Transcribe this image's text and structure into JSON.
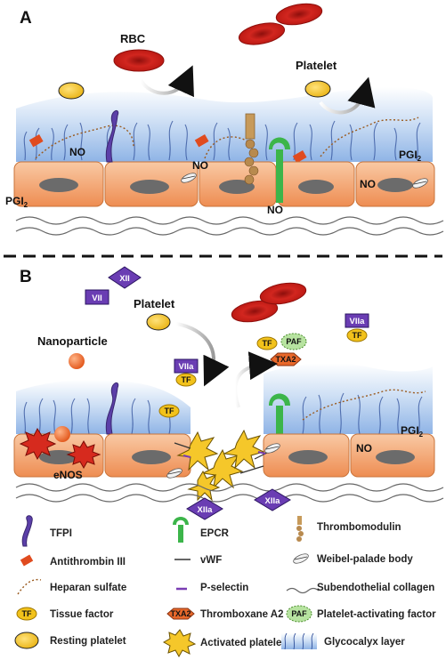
{
  "panels": {
    "a": {
      "label": "A",
      "rbc": "RBC",
      "platelet": "Platelet",
      "no_1": "NO",
      "no_2": "NO",
      "no_3": "NO",
      "no_4": "NO",
      "pgi_left": "PGI",
      "pgi_right": "PGI",
      "pgi_sub": "2"
    },
    "b": {
      "label": "B",
      "xii": "XII",
      "vii": "VII",
      "platelet": "Platelet",
      "nanoparticle": "Nanoparticle",
      "viia_left": "VIIa",
      "tf_left": "TF",
      "tf_mid": "TF",
      "tf_top": "TF",
      "paf": "PAF",
      "txa2": "TXA2",
      "viia_right": "VIIa",
      "tf_right": "TF",
      "enos": "eNOS",
      "no": "NO",
      "pgi": "PGI",
      "pgi_sub": "2",
      "xiia_left": "XIIa",
      "xiia_right": "XIIa"
    }
  },
  "legend": {
    "tfpi": "TFPI",
    "epcr": "EPCR",
    "thrombomodulin": "Thrombomodulin",
    "antithrombin": "Antithrombin III",
    "vwf": "vWF",
    "weibel": "Weibel-palade body",
    "heparan": "Heparan sulfate",
    "pselectin": "P-selectin",
    "collagen": "Subendothelial collagen",
    "tf_badge": "TF",
    "tissue_factor": "Tissue factor",
    "txa2_badge": "TXA2",
    "thromboxane": "Thromboxane A2",
    "paf_badge": "PAF",
    "paf_label": "Platelet-activating factor",
    "resting": "Resting platelet",
    "activated": "Activated platelet",
    "glycocalyx": "Glycocalyx layer"
  },
  "colors": {
    "endothelium": "#f2a06a",
    "nucleus": "#6b6b6b",
    "glycocalyx": "#a9c8ee",
    "rbc": "#d0221e",
    "platelet": "#f2c21b",
    "tfpi": "#5b3fa8",
    "epcr": "#3cb54a",
    "factor_box": "#6a3db3",
    "txa2": "#e8682a",
    "nanoparticle": "#ef6c2a",
    "enos": "#d62a1e"
  }
}
